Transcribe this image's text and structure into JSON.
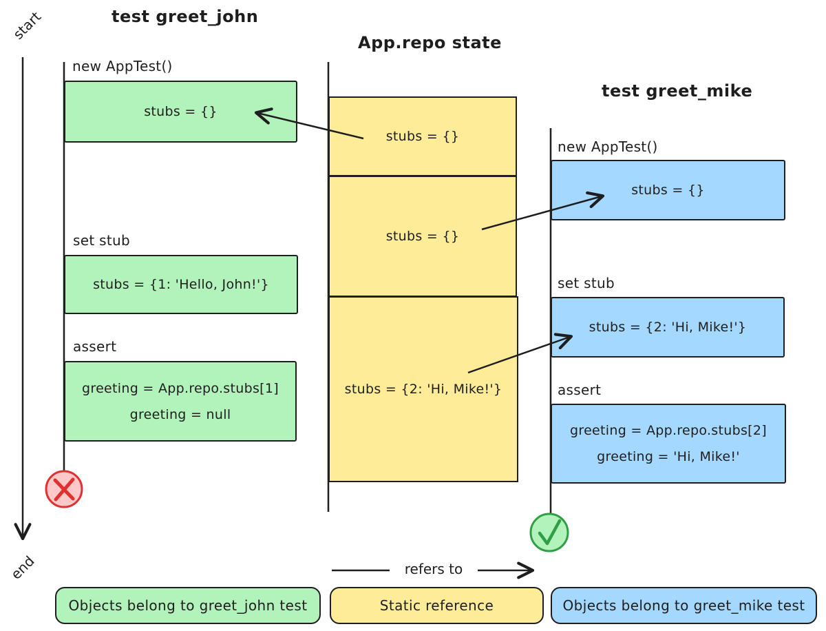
{
  "titles": {
    "left": "test greet_john",
    "middle": "App.repo state",
    "right": "test greet_mike"
  },
  "timeline": {
    "start": "start",
    "end": "end"
  },
  "left_lane": {
    "steps": [
      {
        "label": "new AppTest()",
        "box_lines": [
          "stubs = {}"
        ]
      },
      {
        "label": "set stub",
        "box_lines": [
          "stubs = {1: 'Hello, John!'}"
        ]
      },
      {
        "label": "assert",
        "box_lines": [
          "greeting = App.repo.stubs[1]",
          "greeting = null"
        ]
      }
    ],
    "result": "fail"
  },
  "middle_lane": {
    "cells": [
      "stubs = {}",
      "stubs = {}",
      "stubs = {2: 'Hi, Mike!'}"
    ]
  },
  "right_lane": {
    "steps": [
      {
        "label": "new AppTest()",
        "box_lines": [
          "stubs = {}"
        ]
      },
      {
        "label": "set stub",
        "box_lines": [
          "stubs = {2: 'Hi, Mike!'}"
        ]
      },
      {
        "label": "assert",
        "box_lines": [
          "greeting = App.repo.stubs[2]",
          "greeting = 'Hi, Mike!'"
        ]
      }
    ],
    "result": "pass"
  },
  "legend": {
    "arrow_label": "refers to",
    "items": [
      {
        "label": "Objects belong to greet_john test",
        "color": "#b2f2bb"
      },
      {
        "label": "Static reference",
        "color": "#ffec99"
      },
      {
        "label": "Objects belong to greet_mike test",
        "color": "#a5d8ff"
      }
    ]
  },
  "colors": {
    "green_fill": "#b2f2bb",
    "yellow_fill": "#ffec99",
    "blue_fill": "#a5d8ff",
    "stroke": "#1e1e1e",
    "fail_stroke": "#e03131",
    "fail_fill": "#ffc9c9",
    "pass_stroke": "#2f9e44",
    "pass_fill": "#b2f2bb"
  }
}
